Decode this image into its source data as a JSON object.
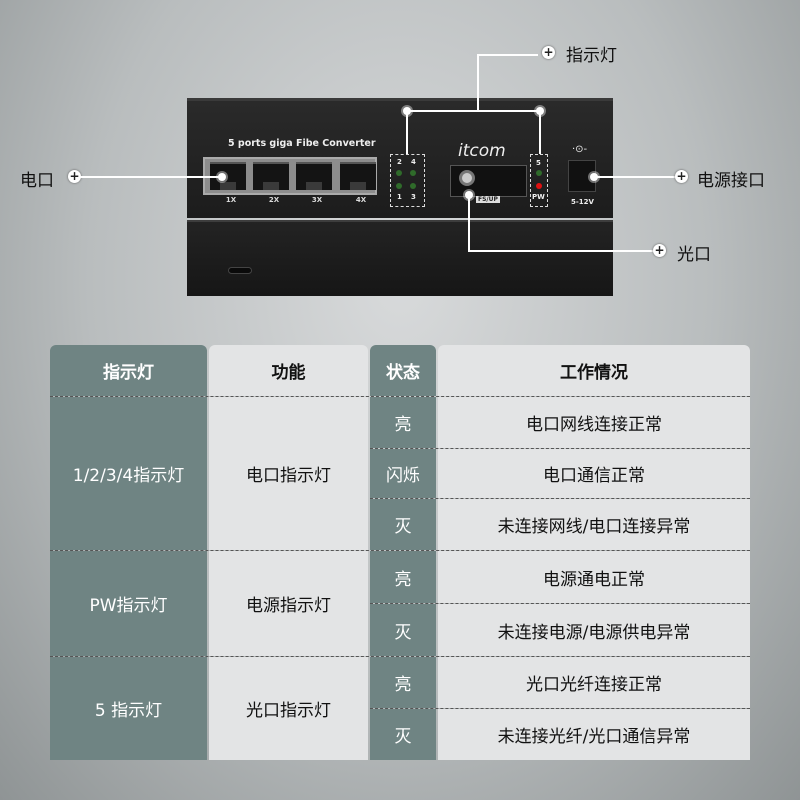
{
  "device": {
    "model_text": "5 ports giga Fibe Converter",
    "brand": "itcom",
    "ports": [
      "1X",
      "2X",
      "3X",
      "4X"
    ],
    "led_labels": [
      "2",
      "4",
      "1",
      "3"
    ],
    "fiber_led": "5",
    "power_led": "PW",
    "fiber_tag": "FS/UP",
    "voltage": "5-12V",
    "colors": {
      "power_led": "#e01010",
      "link_led": "#2f6b2a"
    }
  },
  "callouts": {
    "indicator": "指示灯",
    "ethernet": "电口",
    "power": "电源接口",
    "fiber": "光口"
  },
  "table": {
    "headers": [
      "指示灯",
      "功能",
      "状态",
      "工作情况"
    ],
    "groups": [
      {
        "indicator": "1/2/3/4指示灯",
        "function": "电口指示灯",
        "rows": [
          {
            "state": "亮",
            "desc": "电口网线连接正常"
          },
          {
            "state": "闪烁",
            "desc": "电口通信正常"
          },
          {
            "state": "灭",
            "desc": "未连接网线/电口连接异常"
          }
        ]
      },
      {
        "indicator": "PW指示灯",
        "function": "电源指示灯",
        "rows": [
          {
            "state": "亮",
            "desc": "电源通电正常"
          },
          {
            "state": "灭",
            "desc": "未连接电源/电源供电异常"
          }
        ]
      },
      {
        "indicator": "5 指示灯",
        "function": "光口指示灯",
        "rows": [
          {
            "state": "亮",
            "desc": "光口光纤连接正常"
          },
          {
            "state": "灭",
            "desc": "未连接光纤/光口通信异常"
          }
        ]
      }
    ]
  }
}
